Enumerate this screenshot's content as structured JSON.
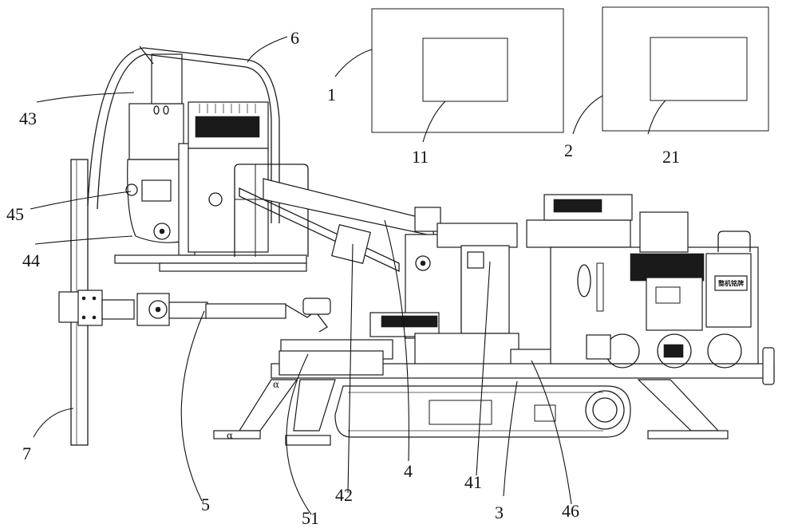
{
  "figure": {
    "type": "patent-drawing",
    "subject": "tracked drilling rig with separate control units",
    "nameplate_text": "整机铭牌",
    "outrigger_marks": [
      "α",
      "α"
    ]
  },
  "reference_labels": [
    {
      "id": "1",
      "text": "1",
      "part": "box-1"
    },
    {
      "id": "11",
      "text": "11",
      "part": "box-1-inner"
    },
    {
      "id": "2",
      "text": "2",
      "part": "box-2"
    },
    {
      "id": "21",
      "text": "21",
      "part": "box-2-inner"
    },
    {
      "id": "3",
      "text": "3",
      "part": "crawler-chassis"
    },
    {
      "id": "4",
      "text": "4",
      "part": "boom"
    },
    {
      "id": "41",
      "text": "41",
      "part": "boom-pivot-assembly"
    },
    {
      "id": "42",
      "text": "42",
      "part": "boom-cylinder"
    },
    {
      "id": "43",
      "text": "43",
      "part": "drill-head-upper"
    },
    {
      "id": "44",
      "text": "44",
      "part": "drill-head-lower"
    },
    {
      "id": "45",
      "text": "45",
      "part": "rotary-motor"
    },
    {
      "id": "46",
      "text": "46",
      "part": "hydraulic-tank"
    },
    {
      "id": "5",
      "text": "5",
      "part": "auxiliary-arm"
    },
    {
      "id": "51",
      "text": "51",
      "part": "auxiliary-arm-base"
    },
    {
      "id": "6",
      "text": "6",
      "part": "hose-guide-arch"
    },
    {
      "id": "7",
      "text": "7",
      "part": "drill-rod"
    }
  ]
}
